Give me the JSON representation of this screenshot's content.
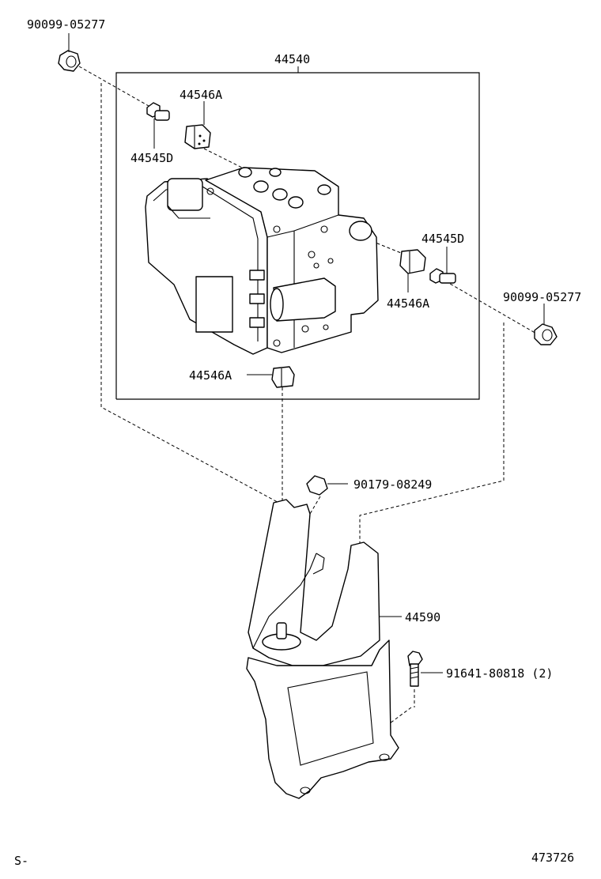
{
  "labels": {
    "nut_top_left": "90099-05277",
    "actuator_assembly": "44540",
    "cushion_top": "44546A",
    "bolt_top": "44545D",
    "bolt_right": "44545D",
    "nut_right": "90099-05277",
    "cushion_right": "44546A",
    "cushion_bottom": "44546A",
    "clip": "90179-08249",
    "bracket": "44590",
    "bolt_bracket": "91641-80818 (2)"
  },
  "footer": {
    "left_code": "S-",
    "diagram_number": "473726"
  },
  "icons": {
    "actuator": "abs-actuator-icon",
    "bracket": "bracket-icon",
    "nut": "nut-icon",
    "bolt": "bolt-icon",
    "cushion": "cushion-icon",
    "clip": "clip-icon"
  }
}
